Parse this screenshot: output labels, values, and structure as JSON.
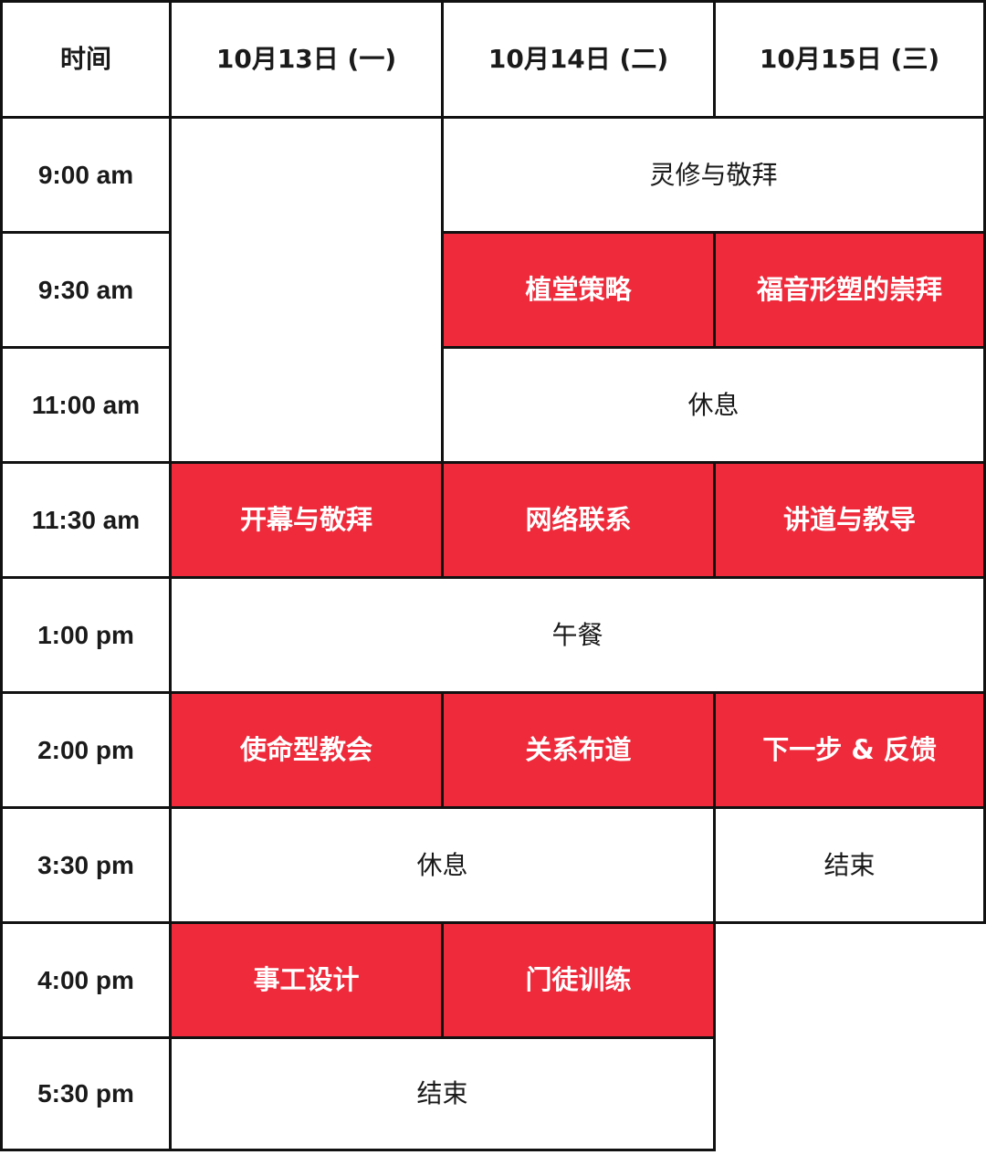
{
  "header": {
    "time": "时间",
    "day1": "10月13日 (一)",
    "day2": "10月14日 (二)",
    "day3": "10月15日 (三)"
  },
  "times": [
    "9:00 am",
    "9:30 am",
    "11:00 am",
    "11:30 am",
    "1:00 pm",
    "2:00 pm",
    "3:30 pm",
    "4:00 pm",
    "5:30 pm"
  ],
  "events": {
    "devotion": "灵修与敬拜",
    "church_planting": "植堂策略",
    "gospel_worship": "福音形塑的崇拜",
    "break_am": "休息",
    "opening_worship": "开幕与敬拜",
    "networking": "网络联系",
    "preaching": "讲道与教导",
    "lunch": "午餐",
    "missional_church": "使命型教会",
    "relational_evangelism": "关系布道",
    "next_steps": "下一步 & 反馈",
    "break_pm": "休息",
    "end_day3": "结束",
    "ministry_design": "事工设计",
    "discipleship": "门徒训练",
    "end_day12": "结束"
  },
  "colors": {
    "session_bg": "#ee2a3b",
    "border": "#111111"
  }
}
